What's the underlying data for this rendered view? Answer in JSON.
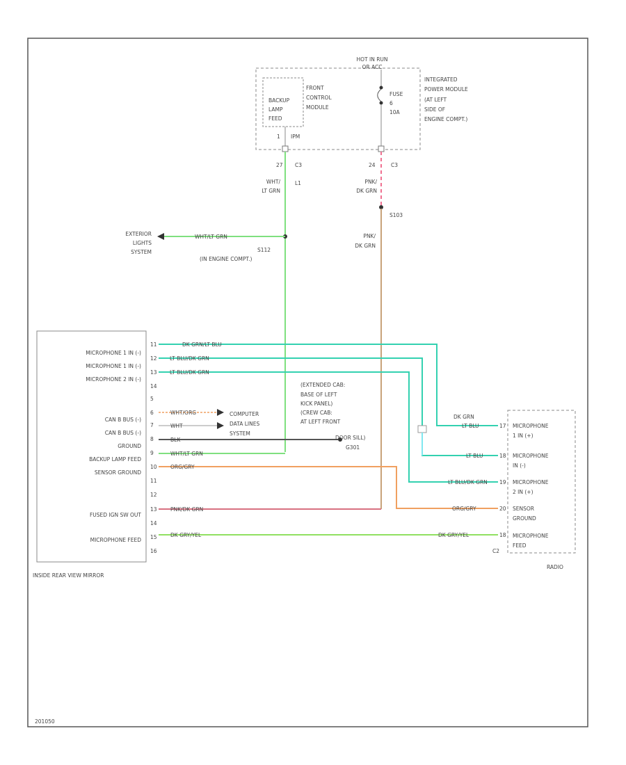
{
  "fuse_header": [
    "HOT IN RUN",
    "OR ACC"
  ],
  "ipm": {
    "label": [
      "INTEGRATED",
      "POWER MODULE",
      "(AT LEFT",
      "SIDE OF",
      "ENGINE COMPT.)"
    ],
    "fuse_label": [
      "FUSE",
      "6",
      "10A"
    ],
    "fcm_label": [
      "FRONT",
      "CONTROL",
      "MODULE"
    ],
    "backup_relay_label": [
      "BACKUP",
      "LAMP",
      "FEED"
    ],
    "pin_ref": "1",
    "ipm_tag": "IPM"
  },
  "ipm_connectors": {
    "left_pin": "27",
    "left_conn": "C3",
    "right_pin": "24",
    "right_conn": "C3"
  },
  "wire_labels": {
    "wht_lt_grn_top": [
      "WHT/",
      "LT GRN"
    ],
    "l1": "L1",
    "pnk_dk_grn_top": [
      "PNK/",
      "DK GRN"
    ],
    "pnk_dk_grn_bottom": [
      "PNK/",
      "DK GRN"
    ],
    "s103": "S103",
    "ext_lights_wire": "WHT/LT GRN",
    "s112": [
      "S112",
      "(IN ENGINE COMPT.)"
    ]
  },
  "exterior_lights": [
    "EXTERIOR",
    "LIGHTS",
    "SYSTEM"
  ],
  "mirror": {
    "name": "INSIDE REAR VIEW MIRROR",
    "rows": [
      {
        "label": "MICROPHONE 1 IN (-)",
        "pin": "11",
        "wire": "DK GRN/LT BLU"
      },
      {
        "label": "MICROPHONE 1 IN (-)",
        "pin": "12",
        "wire": "LT BLU/DK GRN"
      },
      {
        "label": "MICROPHONE 2 IN (-)",
        "pin": "13",
        "wire": "LT BLU/DK GRN"
      },
      {
        "label": "",
        "pin": "14",
        "wire": ""
      },
      {
        "label": "",
        "pin": "5",
        "wire": ""
      },
      {
        "label": "CAN B BUS (-)",
        "pin": "6",
        "wire": "WHT/ORG"
      },
      {
        "label": "CAN B BUS (-)",
        "pin": "7",
        "wire": "WHT"
      },
      {
        "label": "GROUND",
        "pin": "8",
        "wire": "BLK"
      },
      {
        "label": "BACKUP LAMP FEED",
        "pin": "9",
        "wire": "WHT/LT GRN"
      },
      {
        "label": "SENSOR GROUND",
        "pin": "10",
        "wire": "ORG/GRY"
      },
      {
        "label": "",
        "pin": "11",
        "wire": ""
      },
      {
        "label": "",
        "pin": "12",
        "wire": ""
      },
      {
        "label": "FUSED IGN SW OUT",
        "pin": "13",
        "wire": "PNK/DK GRN"
      },
      {
        "label": "",
        "pin": "14",
        "wire": ""
      },
      {
        "label": "MICROPHONE FEED",
        "pin": "15",
        "wire": "DK GRY/YEL"
      },
      {
        "label": "",
        "pin": "16",
        "wire": ""
      }
    ]
  },
  "computer_data": [
    "COMPUTER",
    "DATA LINES",
    "SYSTEM"
  ],
  "ground_note": [
    "(EXTENDED CAB:",
    "BASE OF LEFT",
    "KICK PANEL)",
    "(CREW CAB:",
    "AT LEFT FRONT",
    "DOOR SILL)"
  ],
  "ground_id": "G301",
  "radio": {
    "name": "RADIO",
    "connector": "C2",
    "groups": [
      {
        "label": [
          "MICROPHONE",
          "1 IN (+)"
        ],
        "pin": "17",
        "wire": "LT BLU"
      },
      {
        "label": [
          "MICROPHONE",
          "IN (-)"
        ],
        "pin": "18",
        "wire": "LT BLU"
      },
      {
        "label": [
          "MICROPHONE",
          "2 IN (+)"
        ],
        "pin": "19",
        "wire": "LT BLU/DK GRN"
      },
      {
        "label": [
          "SENSOR",
          "GROUND"
        ],
        "pin": "20",
        "wire": "ORG/GRY"
      },
      {
        "label": [
          "MICROPHONE",
          "FEED"
        ],
        "pin": "18",
        "wire": "DK GRY/YEL"
      }
    ],
    "dk_grn": "DK GRN"
  },
  "footer_id": "201050",
  "colors": {
    "frame": "#555555",
    "green": "#7fe07f",
    "teal": "#33d1b0",
    "cyan": "#7fe8f0",
    "pink": "#f07090",
    "tan": "#c8a27a",
    "orange": "#f0a060",
    "ltgreen": "#90e060",
    "black": "#555555"
  }
}
